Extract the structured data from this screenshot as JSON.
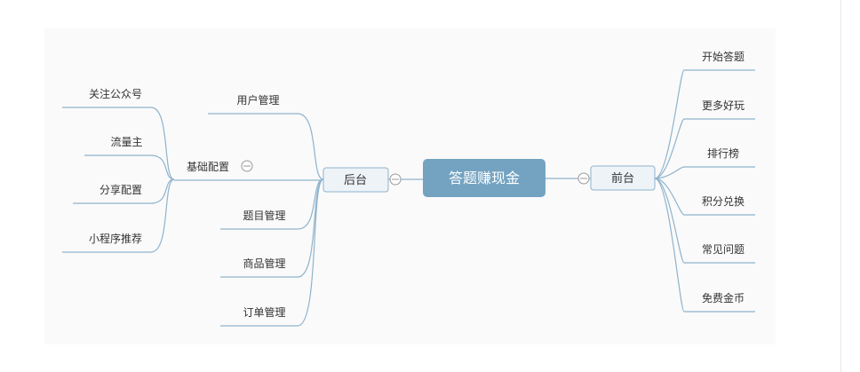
{
  "mindmap": {
    "root": "答题赚现金",
    "colors": {
      "root_fill": "#74a3c1",
      "node_fill": "#eef3f8",
      "node_border": "#8fb3cc",
      "line": "#8fb3cc",
      "canvas": "#fafafa"
    },
    "left": {
      "label": "后台",
      "children": [
        {
          "label": "用户管理"
        },
        {
          "label": "基础配置",
          "children": [
            "关注公众号",
            "流量主",
            "分享配置",
            "小程序推荐"
          ]
        },
        {
          "label": "题目管理"
        },
        {
          "label": "商品管理"
        },
        {
          "label": "订单管理"
        }
      ]
    },
    "right": {
      "label": "前台",
      "children": [
        "开始答题",
        "更多好玩",
        "排行榜",
        "积分兑换",
        "常见问题",
        "免费金币"
      ]
    }
  }
}
